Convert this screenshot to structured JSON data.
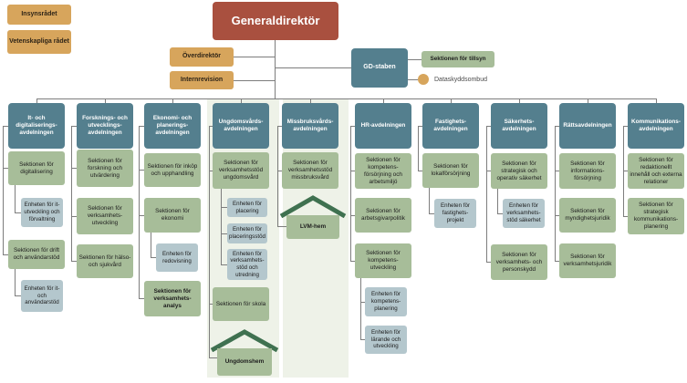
{
  "colors": {
    "executive": "#a9503f",
    "advisory": "#d7a55c",
    "staff": "#547f8e",
    "section": "#a7bd99",
    "unit": "#b4c7cd",
    "band": "#eef2e8",
    "roof": "#3f7150",
    "line": "#7d7d7d"
  },
  "top": {
    "insynsradet": "Insynsrådet",
    "vetenskapliga_radet": "Vetenskapliga rådet",
    "generaldirektor": "Generaldirektör",
    "overdirektor": "Överdirektör",
    "internrevision": "Internrevision",
    "gd_staben": "GD-staben",
    "sektionen_tillsyn": "Sektionen för tillsyn",
    "dataskyddsombud": "Dataskyddsombud"
  },
  "departments": [
    {
      "label": "It- och digitaliserings-avdelningen",
      "sections": [
        {
          "label": "Sektionen för digitalisering",
          "units": [
            {
              "label": "Enheten för it-utveckling och förvaltning"
            }
          ]
        },
        {
          "label": "Sektionen för drift och användarstöd",
          "units": [
            {
              "label": "Enheten för it- och användarstöd"
            }
          ]
        }
      ]
    },
    {
      "label": "Forsknings- och utvecklings-avdelningen",
      "sections": [
        {
          "label": "Sektionen för forskning och utvärdering"
        },
        {
          "label": "Sektionen för verksamhets-utveckling"
        },
        {
          "label": "Sektionen för hälso- och sjukvård"
        }
      ]
    },
    {
      "label": "Ekonomi- och planerings-avdelningen",
      "sections": [
        {
          "label": "Sektionen för inköp och upphandling"
        },
        {
          "label": "Sektionen för ekonomi",
          "units": [
            {
              "label": "Enheten för redovisning"
            }
          ]
        },
        {
          "label": "Sektionen för verksamhets-analys"
        }
      ]
    },
    {
      "label": "Ungdomsvårds-avdelningen",
      "sections": [
        {
          "label": "Sektionen för verksamhetsstöd ungdomsvård",
          "units": [
            {
              "label": "Enheten för placering"
            },
            {
              "label": "Enheten för placeringsstöd"
            },
            {
              "label": "Enheten för verksamhets-stöd och utredning"
            }
          ]
        },
        {
          "label": "Sektionen för skola"
        },
        {
          "label": "Ungdomshem",
          "type": "house"
        }
      ]
    },
    {
      "label": "Missbruksvårds-avdelningen",
      "sections": [
        {
          "label": "Sektionen för verksamhetsstöd missbruksvård"
        },
        {
          "label": "LVM-hem",
          "type": "house"
        }
      ]
    },
    {
      "label": "HR-avdelningen",
      "sections": [
        {
          "label": "Sektionen för kompetens-försörjning och arbetsmiljö"
        },
        {
          "label": "Sektionen för arbetsgivarpolitik"
        },
        {
          "label": "Sektionen för kompetens-utveckling",
          "units": [
            {
              "label": "Enheten för kompetens-planering"
            },
            {
              "label": "Enheten för lärande och utveckling"
            }
          ]
        }
      ]
    },
    {
      "label": "Fastighets-avdelningen",
      "sections": [
        {
          "label": "Sektionen för lokalförsörjning",
          "units": [
            {
              "label": "Enheten för fastighets-projekt"
            }
          ]
        }
      ]
    },
    {
      "label": "Säkerhets-avdelningen",
      "sections": [
        {
          "label": "Sektionen för strategisk och operativ säkerhet",
          "units": [
            {
              "label": "Enheten för verksamhets-stöd säkerhet"
            }
          ]
        },
        {
          "label": "Sektionen för verksamhets- och personskydd"
        }
      ]
    },
    {
      "label": "Rättsavdelningen",
      "sections": [
        {
          "label": "Sektionen för informations-försörjning"
        },
        {
          "label": "Sektionen för myndighetsjuridik"
        },
        {
          "label": "Sektionen för verksamhetsjuridik"
        }
      ]
    },
    {
      "label": "Kommunikations-avdelningen",
      "sections": [
        {
          "label": "Sektionen för redaktionellt innehåll och externa relationer"
        },
        {
          "label": "Sektionen för strategisk kommunikations-planering"
        }
      ]
    }
  ]
}
